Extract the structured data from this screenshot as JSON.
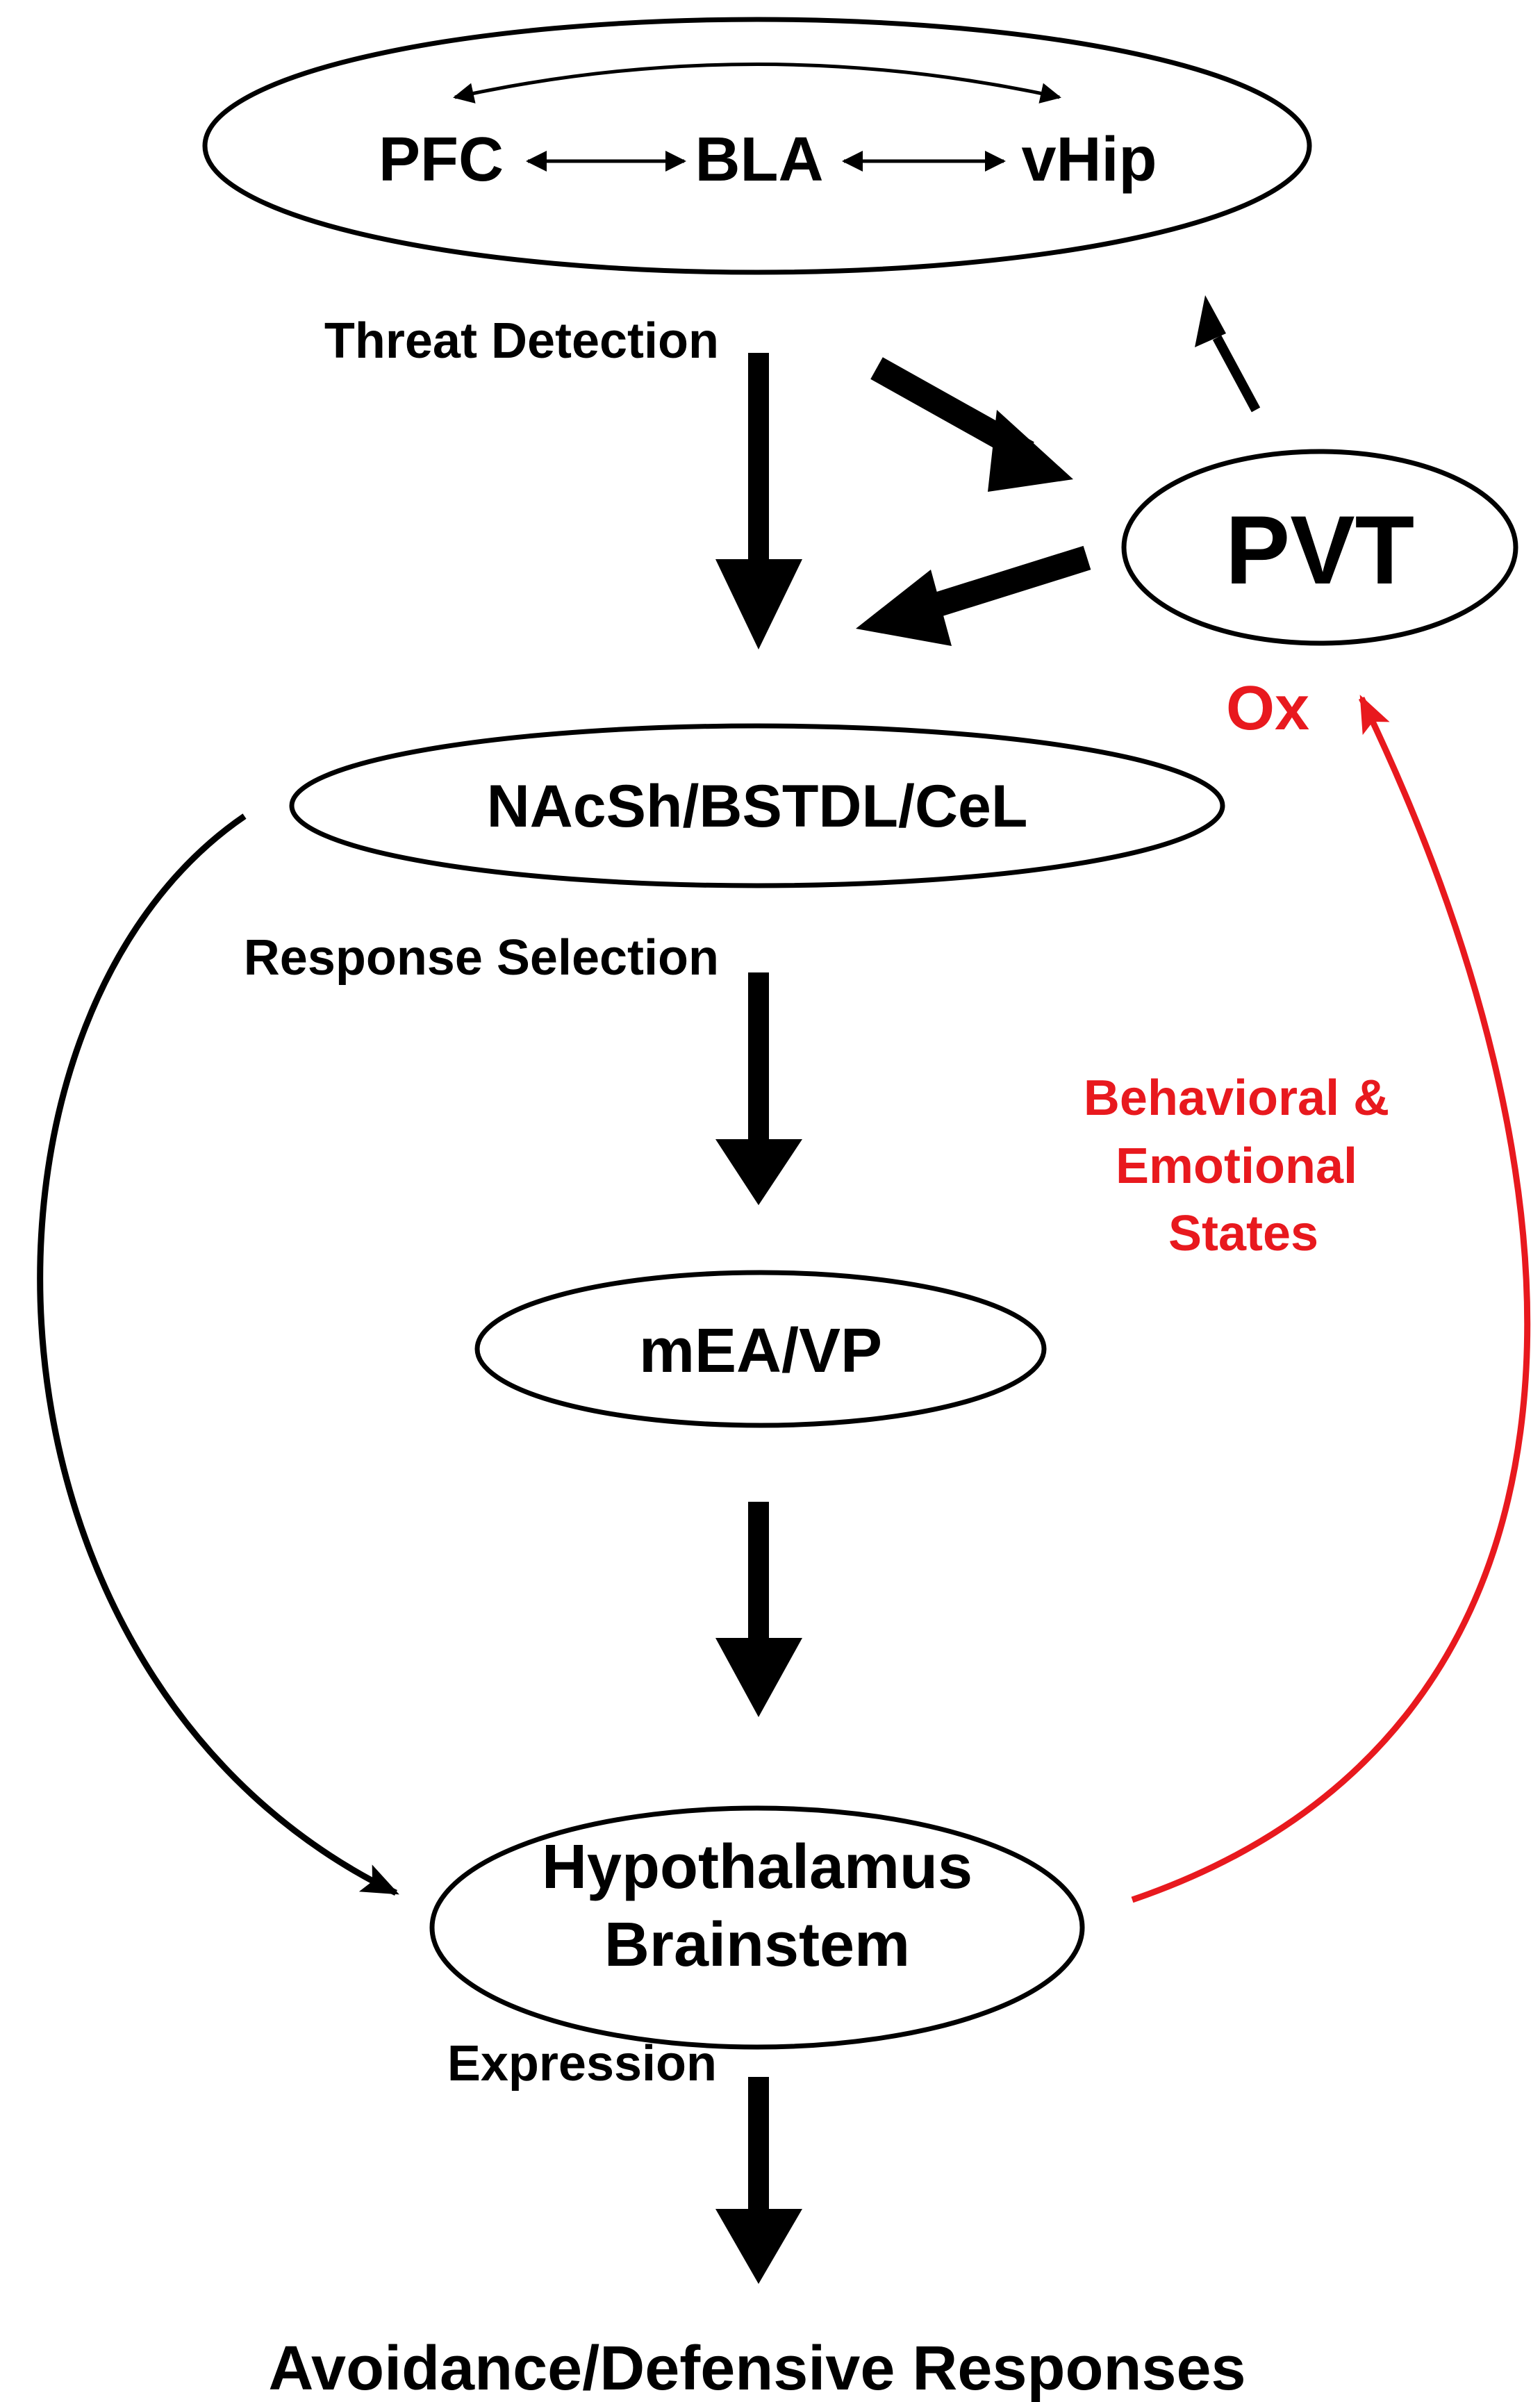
{
  "nodes": {
    "cortical_group": {
      "pfc": "PFC",
      "bla": "BLA",
      "vhip": "vHip"
    },
    "pvt": "PVT",
    "nacsh": "NAcSh/BSTDL/CeL",
    "mea": "mEA/VP",
    "hypothalamus": {
      "line1": "Hypothalamus",
      "line2": "Brainstem"
    }
  },
  "stage_labels": {
    "threat_detection": "Threat Detection",
    "response_selection": "Response Selection",
    "expression": "Expression"
  },
  "feedback": {
    "ox": "Ox",
    "states": {
      "line1": "Behavioral &",
      "line2": "Emotional",
      "line3": "States"
    },
    "color": "#e8191e"
  },
  "output": "Avoidance/Defensive Responses",
  "colors": {
    "ink": "#000000",
    "feedback": "#e8191e",
    "background": "#ffffff"
  }
}
